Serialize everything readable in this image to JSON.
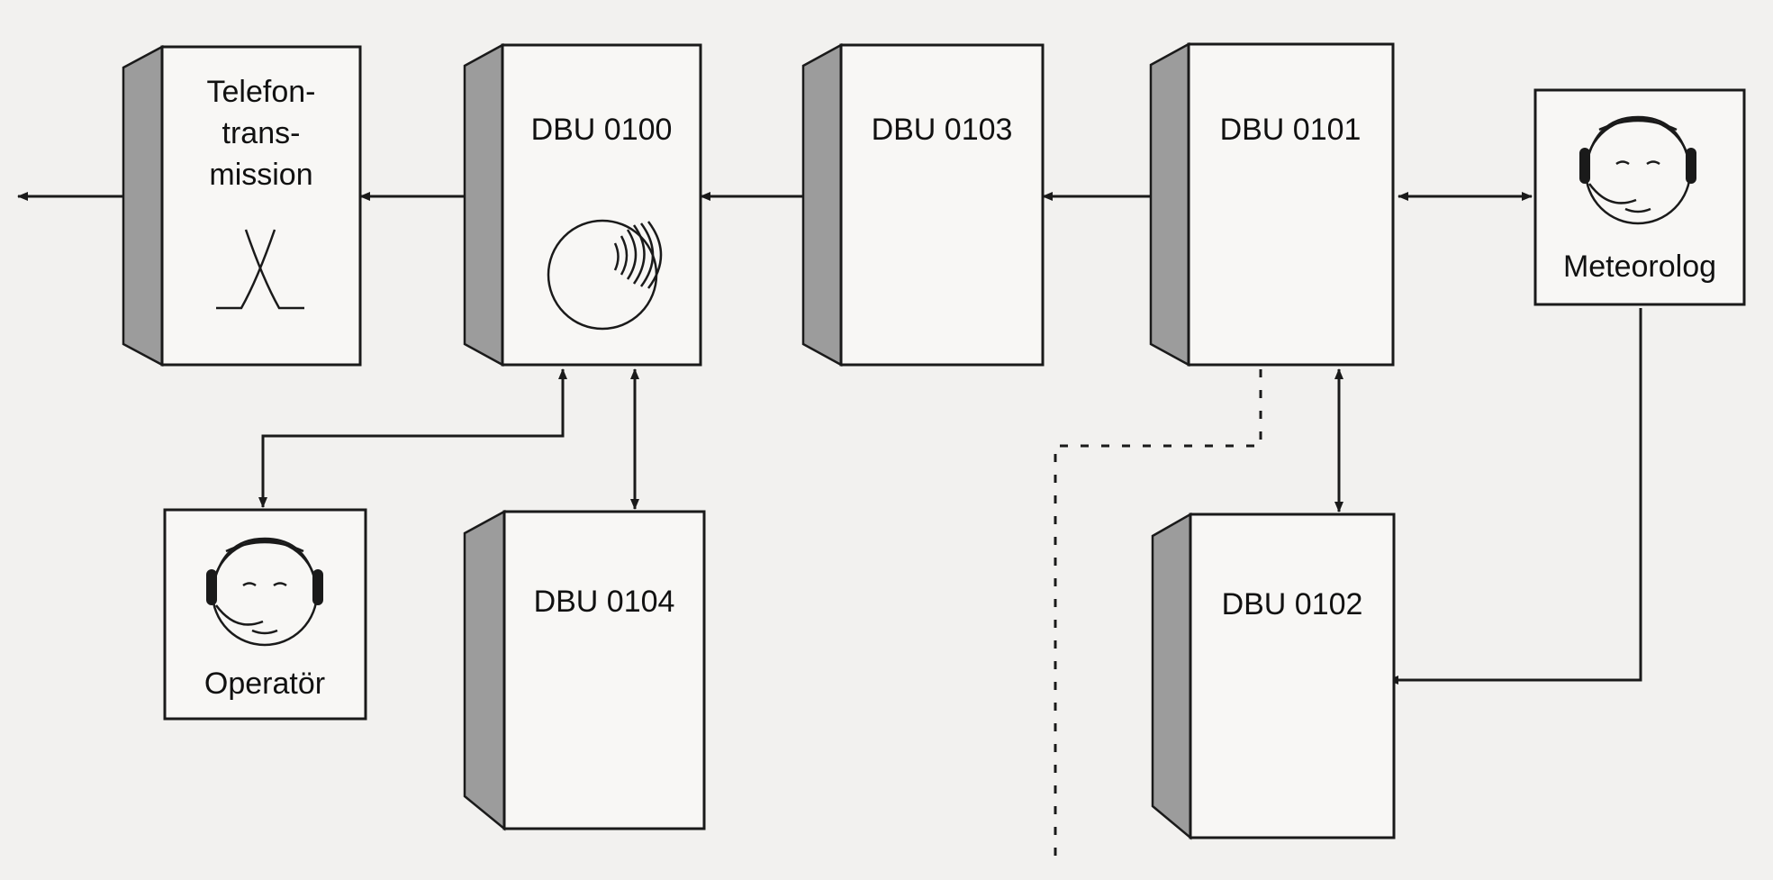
{
  "units": {
    "telefon": {
      "lines": [
        "Telefon-",
        "trans-",
        "mission"
      ]
    },
    "dbu_0100": {
      "label": "DBU 0100"
    },
    "dbu_0103": {
      "label": "DBU 0103"
    },
    "dbu_0101": {
      "label": "DBU 0101"
    },
    "dbu_0104": {
      "label": "DBU 0104"
    },
    "dbu_0102": {
      "label": "DBU 0102"
    }
  },
  "people": {
    "meteorolog": {
      "label": "Meteorolog",
      "icon": "operator-headset-icon"
    },
    "operator": {
      "label": "Operatör",
      "icon": "operator-headset-icon"
    }
  },
  "icons": {
    "telefon": "hybrid-cross-icon",
    "dbu_0100": "disk-drive-icon"
  },
  "colors": {
    "background": "#f2f1ef",
    "box_fill": "#f8f7f5",
    "box_side": "#9c9c9c",
    "stroke": "#1a1a1a"
  }
}
